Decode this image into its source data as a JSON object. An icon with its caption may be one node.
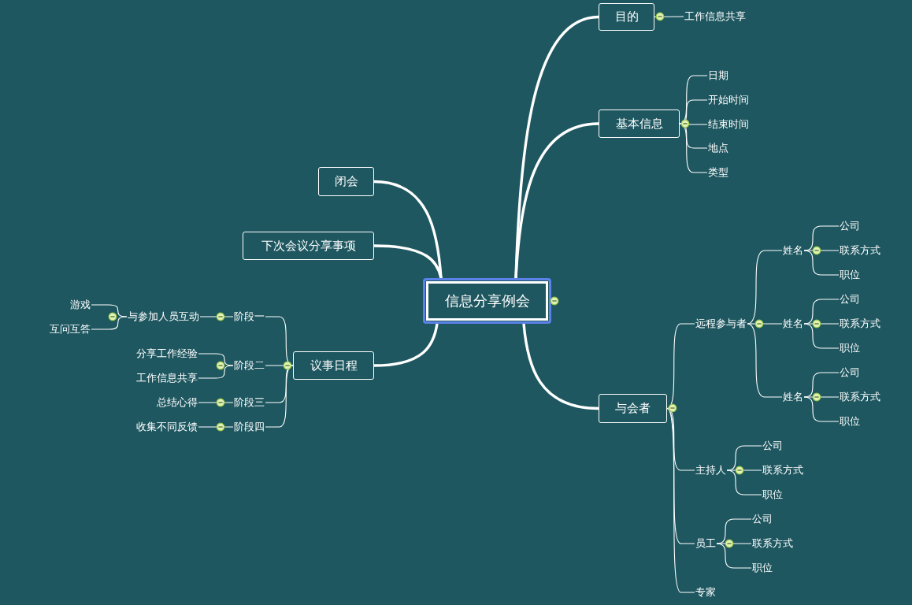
{
  "diagram": {
    "nodes": [
      {
        "text": [
          "信息分享例会"
        ]
      },
      {
        "text": [
          "目的"
        ]
      },
      {
        "text": [
          "工作信息共享"
        ]
      },
      {
        "text": [
          "基本信息"
        ]
      },
      {
        "text": [
          "日期"
        ]
      },
      {
        "text": [
          "开始时间"
        ]
      },
      {
        "text": [
          "结束时间"
        ]
      },
      {
        "text": [
          "地点"
        ]
      },
      {
        "text": [
          "类型"
        ]
      },
      {
        "text": [
          "闭会"
        ]
      },
      {
        "text": [
          "下次会议分享事项"
        ]
      },
      {
        "text": [
          "议事日程"
        ]
      },
      {
        "text": [
          "阶段一"
        ]
      },
      {
        "text": [
          "与参加人员互动"
        ]
      },
      {
        "text": [
          "游戏"
        ]
      },
      {
        "text": [
          "互问互答"
        ]
      },
      {
        "text": [
          "阶段二"
        ]
      },
      {
        "text": [
          "分享工作经验"
        ]
      },
      {
        "text": [
          "工作信息共享"
        ]
      },
      {
        "text": [
          "阶段三"
        ]
      },
      {
        "text": [
          "总结心得"
        ]
      },
      {
        "text": [
          "阶段四"
        ]
      },
      {
        "text": [
          "收集不同反馈"
        ]
      },
      {
        "text": [
          "与会者"
        ]
      },
      {
        "text": [
          "远程参与者"
        ]
      },
      {
        "text": [
          "姓名"
        ]
      },
      {
        "text": [
          "公司"
        ]
      },
      {
        "text": [
          "联系方式"
        ]
      },
      {
        "text": [
          "职位"
        ]
      },
      {
        "text": [
          "姓名"
        ]
      },
      {
        "text": [
          "公司"
        ]
      },
      {
        "text": [
          "联系方式"
        ]
      },
      {
        "text": [
          "职位"
        ]
      },
      {
        "text": [
          "姓名"
        ]
      },
      {
        "text": [
          "公司"
        ]
      },
      {
        "text": [
          "联系方式"
        ]
      },
      {
        "text": [
          "职位"
        ]
      },
      {
        "text": [
          "主持人"
        ]
      },
      {
        "text": [
          "公司"
        ]
      },
      {
        "text": [
          "联系方式"
        ]
      },
      {
        "text": [
          "职位"
        ]
      },
      {
        "text": [
          "员工"
        ]
      },
      {
        "text": [
          "公司"
        ]
      },
      {
        "text": [
          "联系方式"
        ]
      },
      {
        "text": [
          "职位"
        ]
      },
      {
        "text": [
          "专家"
        ]
      }
    ],
    "edges": [
      {
        "from": 0,
        "to": 1,
        "arrow": "none",
        "style": "thick"
      },
      {
        "from": 0,
        "to": 3,
        "arrow": "none",
        "style": "thick"
      },
      {
        "from": 0,
        "to": 9,
        "arrow": "none",
        "style": "thick"
      },
      {
        "from": 0,
        "to": 10,
        "arrow": "none",
        "style": "thick"
      },
      {
        "from": 0,
        "to": 11,
        "arrow": "none",
        "style": "thick"
      },
      {
        "from": 0,
        "to": 23,
        "arrow": "none",
        "style": "thick"
      },
      {
        "from": 1,
        "to": 2,
        "arrow": "none"
      },
      {
        "from": 3,
        "to": 4,
        "arrow": "none"
      },
      {
        "from": 3,
        "to": 5,
        "arrow": "none"
      },
      {
        "from": 3,
        "to": 6,
        "arrow": "none"
      },
      {
        "from": 3,
        "to": 7,
        "arrow": "none"
      },
      {
        "from": 3,
        "to": 8,
        "arrow": "none"
      },
      {
        "from": 11,
        "to": 12,
        "arrow": "none"
      },
      {
        "from": 11,
        "to": 16,
        "arrow": "none"
      },
      {
        "from": 11,
        "to": 19,
        "arrow": "none"
      },
      {
        "from": 11,
        "to": 21,
        "arrow": "none"
      },
      {
        "from": 12,
        "to": 13,
        "arrow": "none"
      },
      {
        "from": 13,
        "to": 14,
        "arrow": "none"
      },
      {
        "from": 13,
        "to": 15,
        "arrow": "none"
      },
      {
        "from": 16,
        "to": 17,
        "arrow": "none"
      },
      {
        "from": 16,
        "to": 18,
        "arrow": "none"
      },
      {
        "from": 19,
        "to": 20,
        "arrow": "none"
      },
      {
        "from": 21,
        "to": 22,
        "arrow": "none"
      },
      {
        "from": 23,
        "to": 24,
        "arrow": "none"
      },
      {
        "from": 23,
        "to": 37,
        "arrow": "none"
      },
      {
        "from": 23,
        "to": 41,
        "arrow": "none"
      },
      {
        "from": 23,
        "to": 45,
        "arrow": "none"
      },
      {
        "from": 24,
        "to": 25,
        "arrow": "none"
      },
      {
        "from": 24,
        "to": 29,
        "arrow": "none"
      },
      {
        "from": 24,
        "to": 33,
        "arrow": "none"
      },
      {
        "from": 25,
        "to": 26,
        "arrow": "none"
      },
      {
        "from": 25,
        "to": 27,
        "arrow": "none"
      },
      {
        "from": 25,
        "to": 28,
        "arrow": "none"
      },
      {
        "from": 29,
        "to": 30,
        "arrow": "none"
      },
      {
        "from": 29,
        "to": 31,
        "arrow": "none"
      },
      {
        "from": 29,
        "to": 32,
        "arrow": "none"
      },
      {
        "from": 33,
        "to": 34,
        "arrow": "none"
      },
      {
        "from": 33,
        "to": 35,
        "arrow": "none"
      },
      {
        "from": 33,
        "to": 36,
        "arrow": "none"
      },
      {
        "from": 37,
        "to": 38,
        "arrow": "none"
      },
      {
        "from": 37,
        "to": 39,
        "arrow": "none"
      },
      {
        "from": 37,
        "to": 40,
        "arrow": "none"
      },
      {
        "from": 41,
        "to": 42,
        "arrow": "none"
      },
      {
        "from": 41,
        "to": 43,
        "arrow": "none"
      },
      {
        "from": 41,
        "to": 44,
        "arrow": "none"
      }
    ]
  }
}
